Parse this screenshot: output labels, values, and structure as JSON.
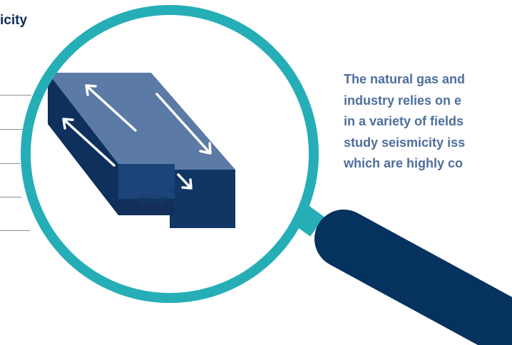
{
  "heading": "icity",
  "side_text": {
    "lines": [
      "The natural gas and",
      "industry relies on e",
      "in a variety of fields",
      "study seismicity iss",
      "which are highly co"
    ]
  },
  "diagram": {
    "label": "SLIP",
    "icons": [
      "magnifying-glass-icon",
      "fault-blocks-icon",
      "slip-arrow-icon"
    ]
  },
  "colors": {
    "heading": "#0e2d53",
    "body_text": "#4f6e9c",
    "lens_ring": "#26aeb7",
    "handle": "#05325e",
    "block_top": "#5b7aa6",
    "block_dark": "#0f2f5c",
    "block_mid": "#1c4479",
    "slip_label": "#0e3a68"
  }
}
